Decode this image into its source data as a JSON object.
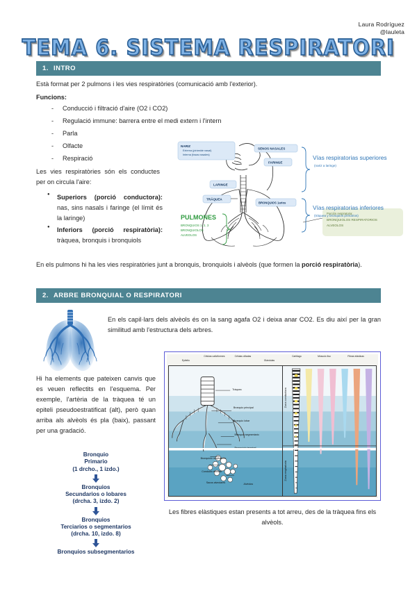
{
  "author": {
    "name": "Laura  Rodríguez",
    "handle": "@lauleta"
  },
  "title": "TEMA 6. SISTEMA RESPIRATORI",
  "colors": {
    "section_bar": "#4d8492",
    "title_fill": "#7fb2e5",
    "title_stroke": "#2a5f96",
    "flow_text": "#1f3864",
    "fig_blue": "#2e75b6",
    "fig_green": "#2e9a3f",
    "fig2_border": "#5b5bd6"
  },
  "sections": [
    {
      "num": "1.",
      "label": "INTRO"
    },
    {
      "num": "2.",
      "label": "ARBRE BRONQUIAL O RESPIRATORI"
    }
  ],
  "intro": {
    "p1": "Està format per 2 pulmons i les vies respiratòries (comunicació amb l'exterior).",
    "funcions_label": "Funcions:",
    "funcions": [
      "Conducció i filtració d'aire (O2 i CO2)",
      "Regulació immune: barrera entre el medi extern i l'intern",
      "Parla",
      "Olfacte",
      "Respiració"
    ],
    "vies_lead": "Les vies respiratòries són els conductes per on circula l'aire:",
    "vies": [
      {
        "lead": "Superiors (porció conductora):",
        "rest": " nas, sins nasals i faringe (el límit és la laringe)"
      },
      {
        "lead": "Inferiors (porció respiratòria):",
        "rest": " tràquea, bronquis i bronquiols"
      }
    ],
    "p_closing_a": "En els pulmons hi ha les vies respiratòries junt a bronquis, bronquiols i alvèols (que formen la ",
    "p_closing_bold": "porció respiratòria",
    "p_closing_b": ")."
  },
  "figure_tract": {
    "labels": [
      {
        "text": "NARIZ",
        "sub": [
          "Externa (pirámide nasal)",
          "Interna (fosas nasales)"
        ]
      },
      {
        "text": "SENOS NASALES"
      },
      {
        "text": "FARINGE"
      },
      {
        "text": "LARINGE"
      },
      {
        "text": "TRÁQUEA"
      },
      {
        "text": "BRONQUIOS 1arios"
      }
    ],
    "upper_title": "Vías respiratorias superiores",
    "upper_sub": "(nariz a laringe)",
    "lower_title": "Vías respiratorias inferiores",
    "lower_sub": "(tráquea y bronquios primarios)",
    "lungs_title": "PULMONES",
    "lungs_items": [
      "BRONQUIOS 1, 2, 3",
      "BRONQUIOLOS",
      "ALVEOLOS"
    ],
    "green_box_title": "Porción respiratoria:",
    "green_box_items": [
      "BRONQUIOLOS RESPIRATORIOS",
      "ALVEOLOS"
    ]
  },
  "bronchial": {
    "p1": "En els capil·lars dels alvèols és on la sang agafa O2 i deixa anar CO2. Es diu així per la gran similitud amb l'estructura dels arbres.",
    "p2": "Hi ha elements que pateixen canvis que es veuen reflectits en l'esquema. Per exemple, l'artèria de la tràquea té un epiteli pseudoestratificat (alt), però quan arriba als alvèols és pla (baix), passant per una gradació.",
    "caption": "Les fibres elàstiques estan presents a tot arreu, des de la tràquea fins els alvèols."
  },
  "flowchart": {
    "steps": [
      [
        "Bronquio",
        "Primario",
        "(1 drcho., 1 izdo.)"
      ],
      [
        "Bronquios",
        "Secundarios o lobares",
        "(drcha. 3, izdo. 2)"
      ],
      [
        "Bronquios",
        "Terciarios o segmentarios",
        "(drcha. 10, izdo. 8)"
      ],
      [
        "Bronquios subsegmentarios"
      ]
    ]
  },
  "figure_histology": {
    "column_headers": [
      "Epitelio",
      "Células caliciformes",
      "Células ciliadas",
      "Glándulas",
      "Cartílago",
      "Músculo liso",
      "Fibras elásticas"
    ],
    "structure_labels": [
      "Tráquea",
      "Bronquio principal",
      "Bronquio lobar",
      "Bronquio segmentario",
      "Bronquiolo terminal",
      "Bronquiolo respiratorio",
      "Conducto alveolar",
      "Sacos alveolares",
      "Alvéolos"
    ],
    "side_labels": [
      "Zona conductora",
      "Zona respiratoria"
    ]
  }
}
